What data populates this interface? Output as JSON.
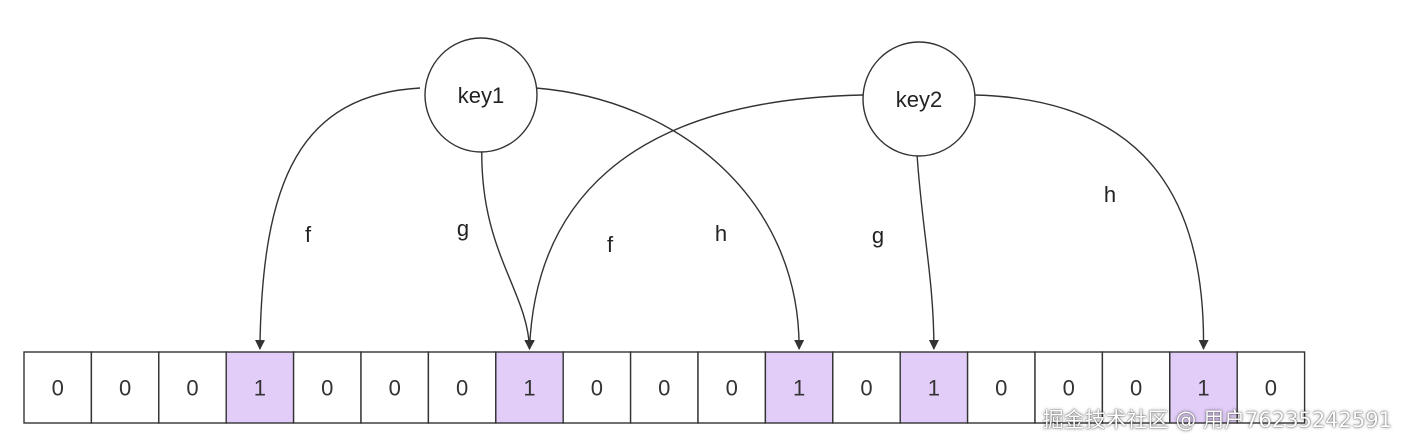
{
  "colors": {
    "set_cell": "#e1cdf7",
    "empty_cell": "#ffffff",
    "stroke": "#333333"
  },
  "nodes": [
    {
      "id": "key1",
      "label": "key1"
    },
    {
      "id": "key2",
      "label": "key2"
    }
  ],
  "bits": [
    0,
    0,
    0,
    1,
    0,
    0,
    0,
    1,
    0,
    0,
    0,
    1,
    0,
    1,
    0,
    0,
    0,
    1,
    0
  ],
  "edges": [
    {
      "from": "key1",
      "label": "f",
      "target_index": 3
    },
    {
      "from": "key1",
      "label": "g",
      "target_index": 7
    },
    {
      "from": "key1",
      "label": "h",
      "target_index": 11
    },
    {
      "from": "key2",
      "label": "f",
      "target_index": 7
    },
    {
      "from": "key2",
      "label": "g",
      "target_index": 13
    },
    {
      "from": "key2",
      "label": "h",
      "target_index": 17
    }
  ],
  "watermark": "掘金技术社区 @ 用户76235242591"
}
